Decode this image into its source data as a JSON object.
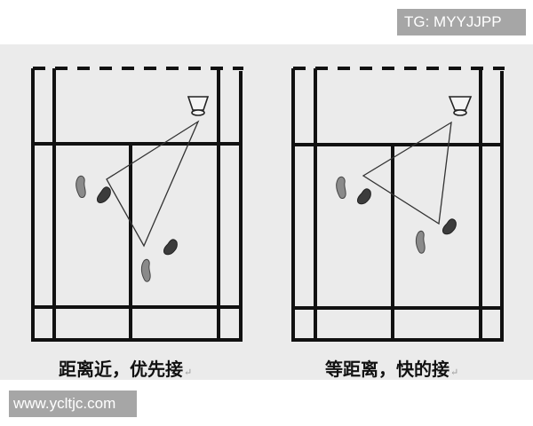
{
  "watermarks": {
    "top_right": "TG: MYYJJPP",
    "bottom_left": "www.ycltjc.com"
  },
  "colors": {
    "panel_bg": "#ebebeb",
    "court_lines": "#111111",
    "footprint_light": "#8a8a8a",
    "footprint_dark": "#3c3c3c",
    "badge_bg": "#a6a6a6"
  },
  "diagrams": [
    {
      "id": "left",
      "caption": "距离近，优先接",
      "caption_mark": "↵",
      "description": "Badminton half-court; shuttle at back right; triangle from shuttle to two players; nearer player takes priority"
    },
    {
      "id": "right",
      "caption": "等距离，快的接",
      "caption_mark": "↵",
      "description": "Badminton half-court; shuttle at back right; equal distance from both players; the faster player takes it"
    }
  ]
}
